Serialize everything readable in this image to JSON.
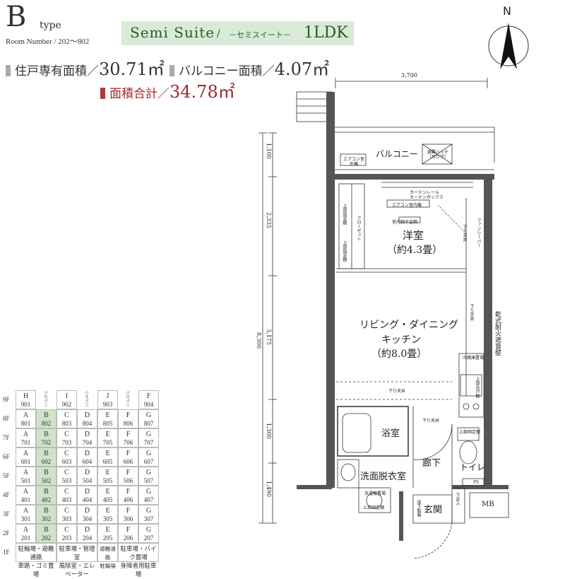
{
  "header": {
    "type_letter": "B",
    "type_word": "type",
    "room_number_label": "Room Number / 202～802",
    "plan_name_en": "Semi Suite",
    "plan_sep": "/",
    "plan_name_ja": "－セミスイート－",
    "plan_layout": "1LDK"
  },
  "areas": {
    "private_label": "住戸専有面積／",
    "private_value": "30.71㎡",
    "balcony_label": "バルコニー面積／",
    "balcony_value": "4.07㎡",
    "total_label": "面積合計／",
    "total_value": "34.78㎡"
  },
  "compass": {
    "label": "N"
  },
  "dimensions": {
    "width_top": "3,700",
    "total_height": "8,300",
    "segments": [
      "1,100",
      "2,335",
      "3,175",
      "1,300",
      "1,490"
    ]
  },
  "rooms": {
    "balcony": "バルコニー",
    "ac_outdoor": "エアコン室外機",
    "evac_hatch": "避難ハッチ（吊り下）",
    "curtain_rail": "カーテンレール",
    "curtain_box": "カーテンボックス",
    "ac_indoor": "エアコン室内機",
    "hanger": "室内物干金物",
    "bedroom": "洋室",
    "bedroom_size": "（約4.3畳）",
    "closet": "クローゼット",
    "upper_shelf_1": "上部固定棚",
    "upper_shelf_2": "上部固定棚",
    "lowered_ceiling_1": "下り天井",
    "fan_box": "ファンシーバー",
    "living": "リビング・ダイニング",
    "kitchen": "キッチン",
    "living_size": "（約8.0畳）",
    "lowered_ceiling_2": "下り天井",
    "lowered_ceiling_3": "下り天井",
    "lowered_ceiling_4": "下り天井",
    "fridge": "冷蔵庫置場",
    "upper_cabinet": "上部吊戸棚",
    "wall_note": "乾式耐火遮音壁",
    "bath": "浴室",
    "corridor": "廊下",
    "washroom": "洗面脱衣室",
    "toilet": "トイレ",
    "toilet_shelf": "上部固定棚",
    "washer": "洗濯機置場",
    "wash_shelf": "上部固定棚",
    "entrance": "玄関",
    "shoe_box": "下足入",
    "shoe_cabinet": "造下駄箱",
    "ps": "PS",
    "mb": "MB"
  },
  "floor_table": {
    "floors": [
      "9F",
      "8F",
      "7F",
      "6F",
      "5F",
      "4F",
      "3F",
      "2F",
      "1F"
    ],
    "row9": [
      {
        "letter": "H",
        "num": "901"
      },
      {
        "letter": "I",
        "num": "902"
      },
      {
        "letter": "J",
        "num": "903"
      },
      {
        "letter": "F",
        "num": "904"
      }
    ],
    "balcony_mini": "バルコニー",
    "rows": [
      [
        "A|801",
        "B|802",
        "C|803",
        "D|804",
        "E|805",
        "F|806",
        "G|807"
      ],
      [
        "A|701",
        "B|702",
        "C|703",
        "D|704",
        "E|705",
        "F|706",
        "G|707"
      ],
      [
        "A|601",
        "B|602",
        "C|603",
        "D|604",
        "E|605",
        "F|606",
        "G|607"
      ],
      [
        "A|501",
        "B|502",
        "C|503",
        "D|504",
        "E|505",
        "F|506",
        "G|507"
      ],
      [
        "A|401",
        "B|402",
        "C|403",
        "D|404",
        "E|405",
        "F|406",
        "G|407"
      ],
      [
        "A|301",
        "B|302",
        "C|303",
        "D|304",
        "E|305",
        "F|306",
        "G|307"
      ],
      [
        "A|201",
        "B|202",
        "C|203",
        "D|204",
        "E|205",
        "F|206",
        "G|207"
      ]
    ],
    "ground": [
      {
        "line1": "駐輪場・避難通路",
        "line2": "車路・ゴミ置場"
      },
      {
        "line1": "駐車場・管理室",
        "line2": "風除室・エレベーター"
      },
      {
        "line1": "避難通路",
        "line2": "駐輪場"
      },
      {
        "line1": "駐車場・バイク置場",
        "line2": "身障者用駐車場"
      }
    ]
  },
  "colors": {
    "badge_bg": "#d9ead7",
    "highlight": "#cfe3c8",
    "total_red": "#a3262b"
  }
}
